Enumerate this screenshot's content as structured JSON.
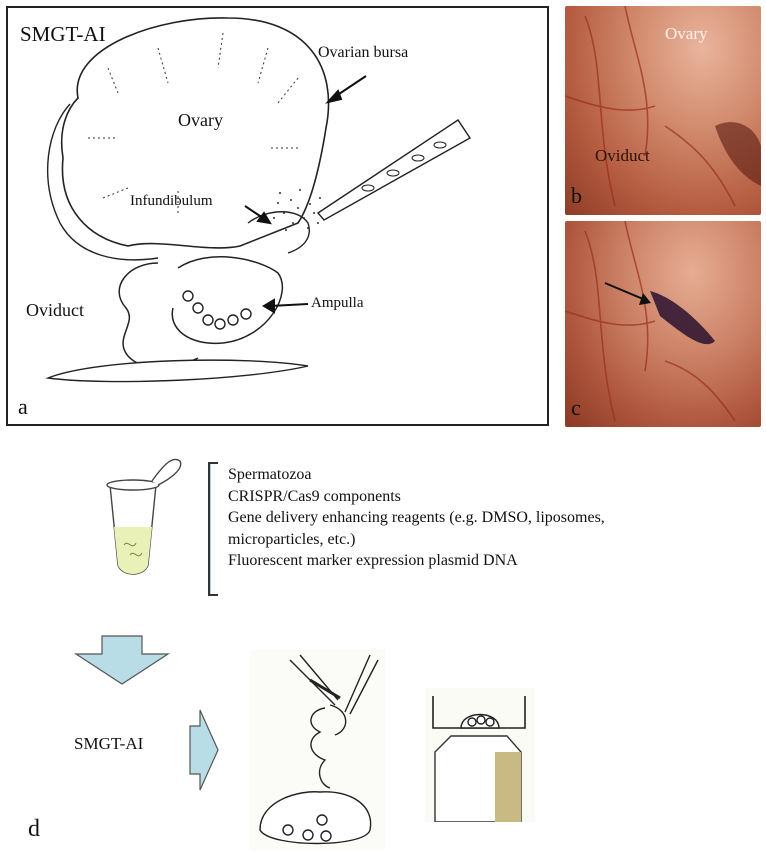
{
  "panel_a": {
    "title": "SMGT-AI",
    "labels": {
      "ovarian_bursa": "Ovarian bursa",
      "ovary": "Ovary",
      "infundibulum": "Infundibulum",
      "ampulla": "Ampulla",
      "oviduct": "Oviduct"
    },
    "letter": "a"
  },
  "panel_b": {
    "ovary": "Ovary",
    "oviduct": "Oviduct",
    "letter": "b"
  },
  "panel_c": {
    "letter": "c"
  },
  "panel_d": {
    "reagents": [
      "Spermatozoa",
      "CRISPR/Cas9 components",
      "Gene delivery enhancing reagents (e.g. DMSO, liposomes,",
      "microparticles, etc.)",
      "Fluorescent marker expression plasmid DNA"
    ],
    "step_label": "SMGT-AI",
    "letter": "d"
  },
  "colors": {
    "arrow_fill": "#b9dde6",
    "arrow_stroke": "#555555",
    "tissue": "#c9785a",
    "liquid": "#e9f0b8"
  }
}
